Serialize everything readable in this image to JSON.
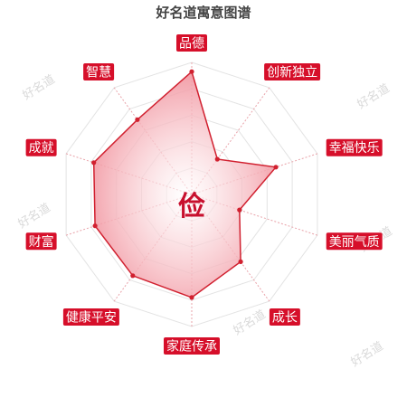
{
  "title": "好名道寓意图谱",
  "watermark": "好名道",
  "center_char": "俭",
  "colors": {
    "accent": "#d1202f",
    "fill": "#f08a96",
    "label_bg": "#d60f2a",
    "label_text": "#ffffff",
    "grid": "#e3e3e3",
    "axis": "#e9a3aa"
  },
  "chart_data": {
    "type": "radar",
    "title": "好名道寓意图谱",
    "categories": [
      "品德",
      "创新独立",
      "幸福快乐",
      "美丽气质",
      "成长",
      "家庭传承",
      "健康平安",
      "财富",
      "成就",
      "智慧"
    ],
    "values": [
      93,
      33,
      67,
      38,
      63,
      78,
      76,
      77,
      78,
      70
    ],
    "range": [
      0,
      100
    ],
    "grid_levels": 5,
    "grid": true
  }
}
